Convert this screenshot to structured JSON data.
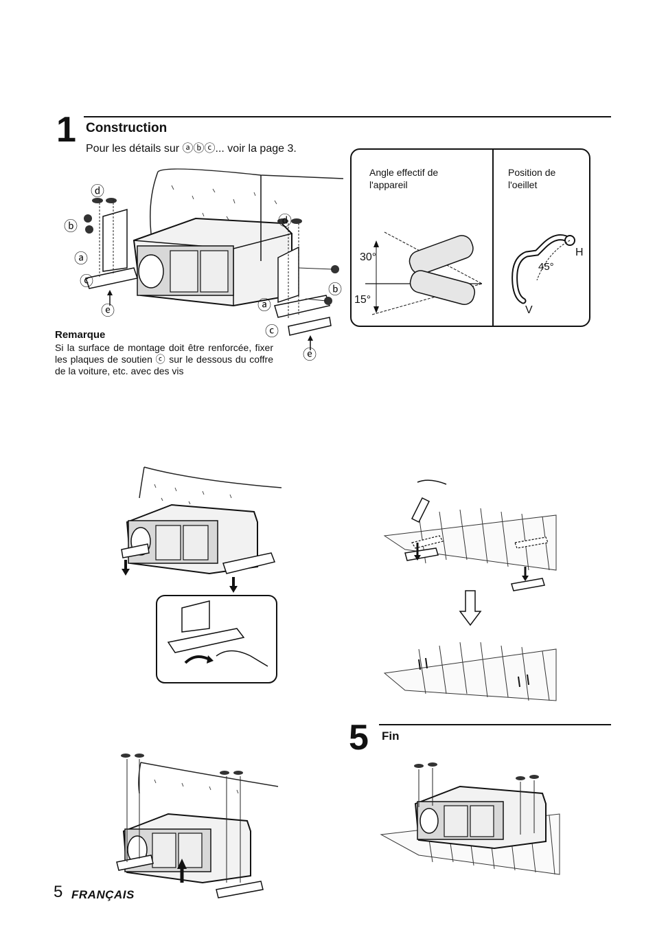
{
  "step1": {
    "number": "1",
    "title": "Construction",
    "subtitle": "Pour les détails sur ⓐⓑⓒ... voir la page 3."
  },
  "angle_panel": {
    "left_title": "Angle effectif de l'appareil",
    "right_title": "Position de l'oeillet",
    "angle_up": "30°",
    "angle_down": "15°",
    "angle_eyelet": "45°",
    "label_h": "H",
    "label_v": "V"
  },
  "callouts": {
    "a": "ⓐ",
    "b": "ⓑ",
    "c": "ⓒ",
    "d": "ⓓ",
    "e": "ⓔ"
  },
  "note": {
    "title": "Remarque",
    "body": "Si la surface de montage doit être renforcée, fixer les plaques de soutien ⓒ sur le dessous du coffre de la voiture, etc. avec des vis"
  },
  "step5": {
    "number": "5",
    "title": "Fin"
  },
  "footer": {
    "page_number": "5",
    "language": "FRANÇAIS"
  }
}
